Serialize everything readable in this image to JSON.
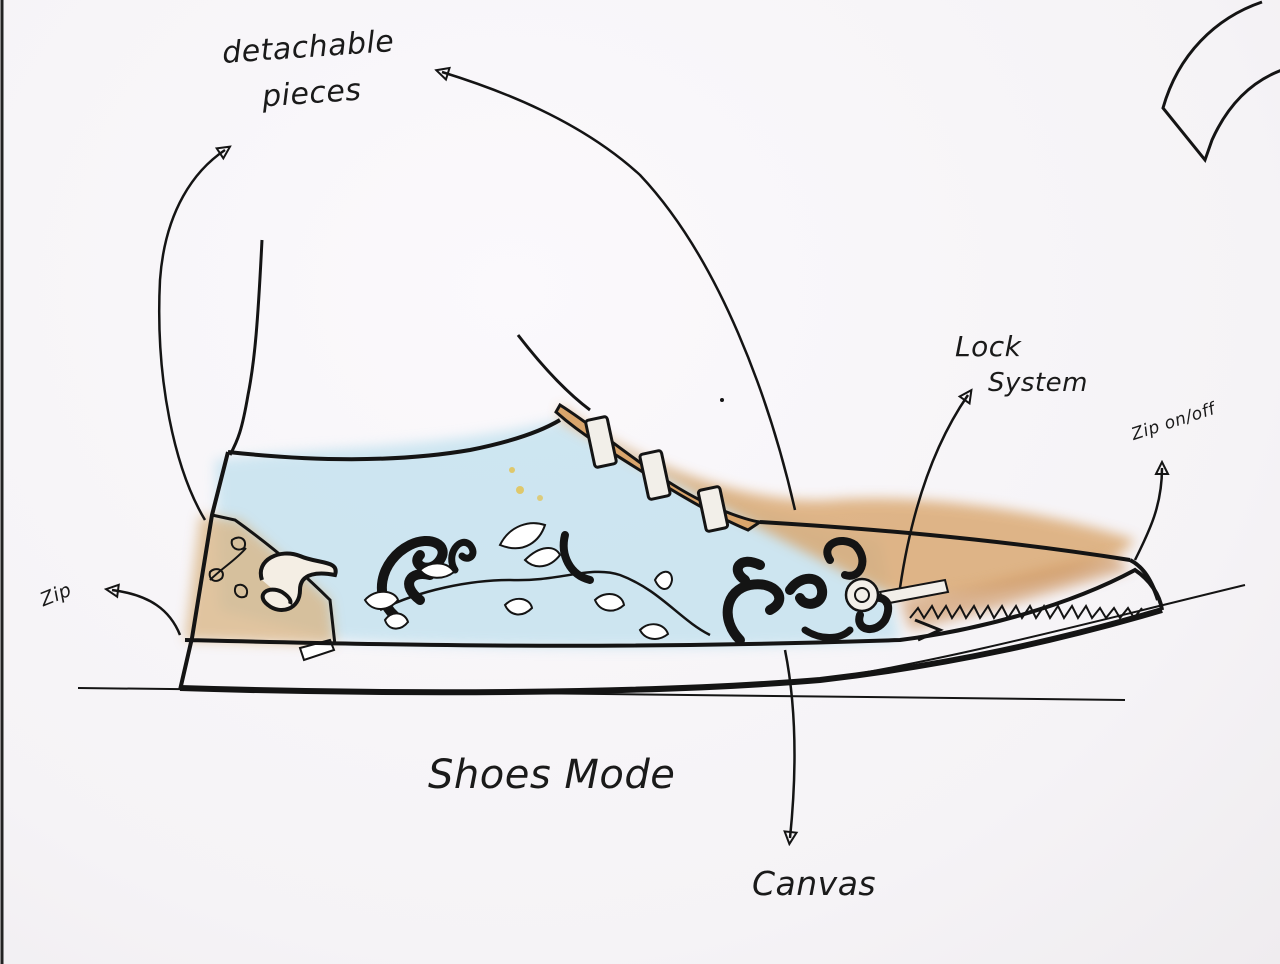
{
  "labels": {
    "detachable_line1": "detachable",
    "detachable_line2": "pieces",
    "lock_line1": "Lock",
    "lock_line2": "System",
    "zip_on_off": "Zip on/off",
    "zip": "Zip",
    "title": "Shoes Mode",
    "canvas": "Canvas"
  },
  "colors": {
    "ink": "#141414",
    "canvas_blue": "#bfe0ee",
    "tan": "#d9a56c",
    "paper": "#f7f5f8",
    "mustard": "#e3c04a"
  }
}
